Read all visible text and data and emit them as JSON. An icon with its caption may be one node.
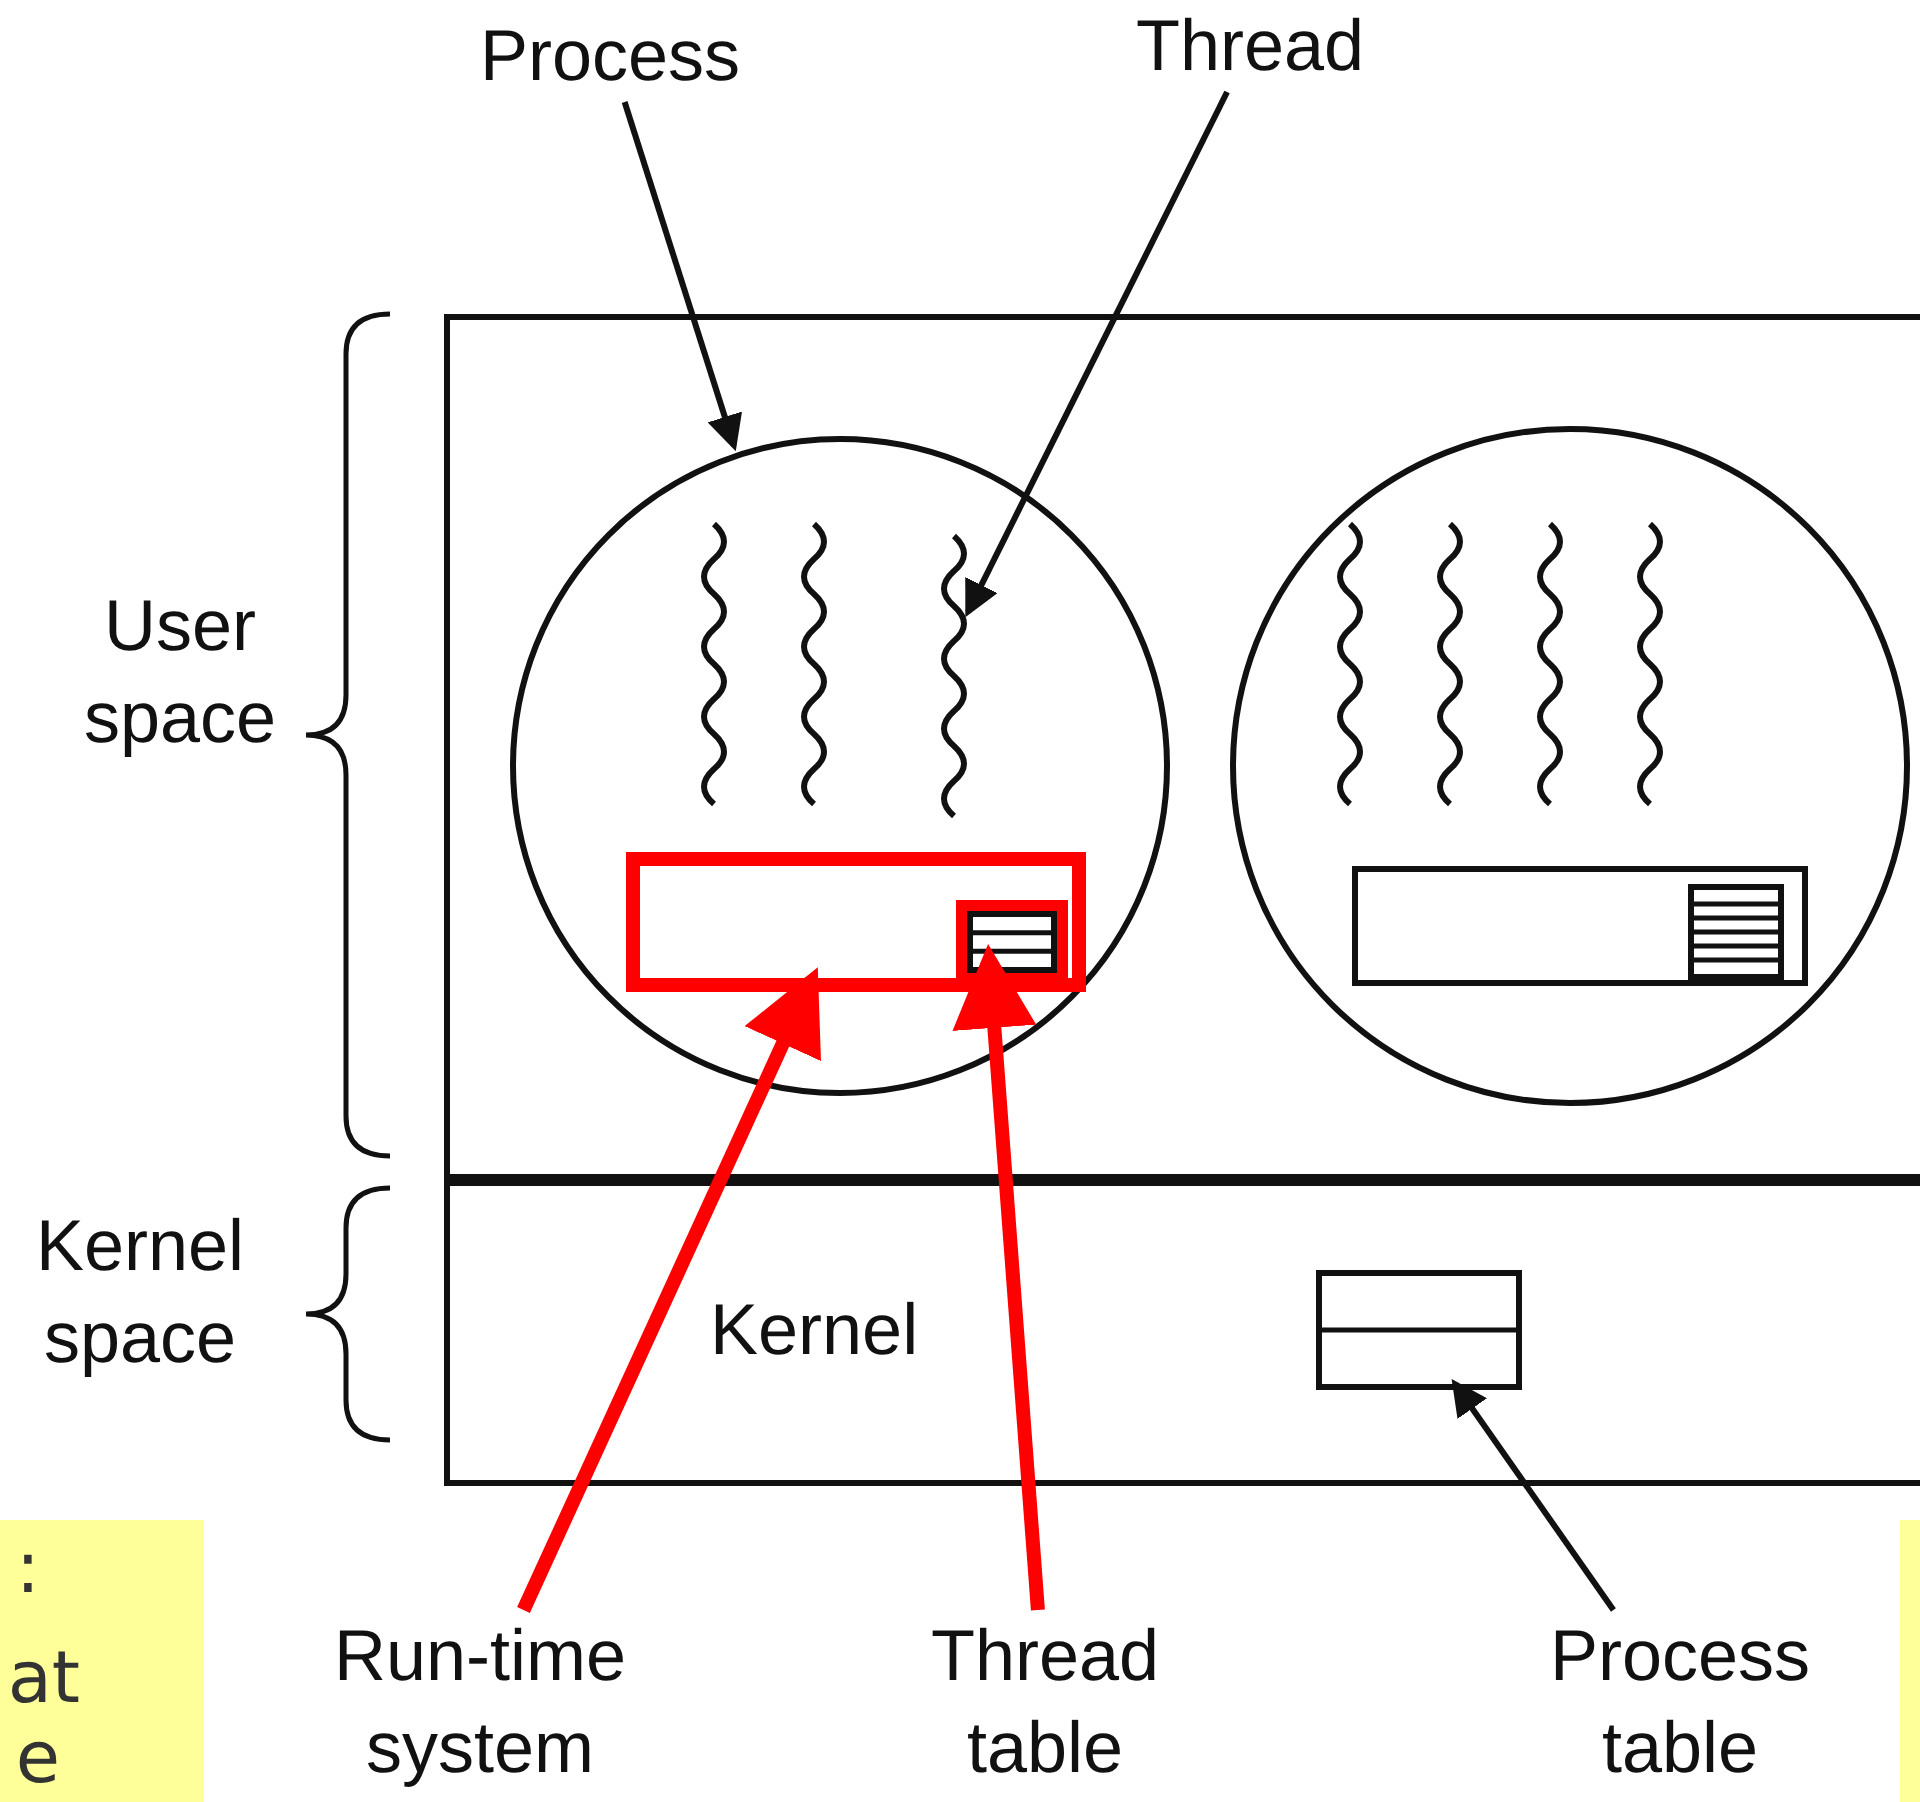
{
  "diagram": {
    "nodes": [
      {
        "text": [
          "Process"
        ]
      },
      {
        "text": [
          "Thread"
        ]
      },
      {
        "text": [],
        "shape": "box"
      },
      {
        "text": [],
        "shape": "circle",
        "in": 2
      },
      {
        "text": [],
        "shape": "squiggle",
        "in": 3
      },
      {
        "text": [],
        "shape": "box",
        "in": 3
      },
      {
        "text": [],
        "shape": "table",
        "in": 5
      },
      {
        "text": [],
        "shape": "circle",
        "in": 2
      },
      {
        "text": [],
        "shape": "box",
        "in": 7
      },
      {
        "text": [],
        "shape": "table",
        "in": 8
      },
      {
        "text": [
          "Kernel"
        ]
      },
      {
        "text": [],
        "shape": "table",
        "in": 10
      },
      {
        "text": [
          "Run-time system"
        ]
      },
      {
        "text": [
          "Thread table"
        ]
      },
      {
        "text": [
          "Process table"
        ]
      }
    ],
    "edges": [
      {
        "from": 0,
        "to": 3,
        "arrow": "to"
      },
      {
        "from": 1,
        "to": 4,
        "arrow": "to"
      },
      {
        "from": 12,
        "to": 5,
        "arrow": "to",
        "style": "thick",
        "color": "#ff0000"
      },
      {
        "from": 13,
        "to": 6,
        "arrow": "to",
        "style": "thick",
        "color": "#ff0000"
      },
      {
        "from": 14,
        "to": 11,
        "arrow": "to"
      }
    ],
    "labels": [
      "User space",
      "Kernel space",
      ":",
      "at",
      "e"
    ]
  }
}
